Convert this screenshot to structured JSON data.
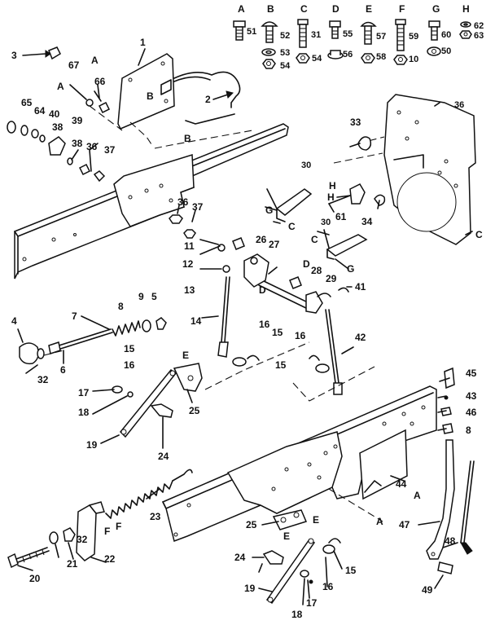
{
  "hardware_legend": [
    {
      "letter": "A",
      "numbers": [
        "51"
      ]
    },
    {
      "letter": "B",
      "numbers": [
        "52",
        "53",
        "54"
      ]
    },
    {
      "letter": "C",
      "numbers": [
        "31",
        "54"
      ]
    },
    {
      "letter": "D",
      "numbers": [
        "55",
        "56"
      ]
    },
    {
      "letter": "E",
      "numbers": [
        "57",
        "58"
      ]
    },
    {
      "letter": "F",
      "numbers": [
        "59",
        "10"
      ]
    },
    {
      "letter": "G",
      "numbers": [
        "60",
        "50"
      ]
    },
    {
      "letter": "H",
      "numbers": [
        "62",
        "63"
      ]
    }
  ],
  "part_numbers": {
    "p1": "1",
    "p2": "2",
    "p3": "3",
    "p4": "4",
    "p5": "5",
    "p6": "6",
    "p7": "7",
    "p8": "8",
    "p9": "9",
    "p11": "11",
    "p12": "12",
    "p13": "13",
    "p14": "14",
    "p15": "15",
    "p15b": "15",
    "p15c": "15",
    "p15d": "15",
    "p16": "16",
    "p16b": "16",
    "p16c": "16",
    "p16d": "16",
    "p17": "17",
    "p17b": "17",
    "p18": "18",
    "p18b": "18",
    "p19": "19",
    "p19b": "19",
    "p20": "20",
    "p21": "21",
    "p22": "22",
    "p23": "23",
    "p24": "24",
    "p24b": "24",
    "p25": "25",
    "p25b": "25",
    "p26": "26",
    "p27": "27",
    "p28": "28",
    "p29": "29",
    "p30": "30",
    "p30b": "30",
    "p32": "32",
    "p32b": "32",
    "p33": "33",
    "p34": "34",
    "p36": "36",
    "p36b": "36",
    "p36c": "36",
    "p37": "37",
    "p37b": "37",
    "p38": "38",
    "p38b": "38",
    "p39": "39",
    "p40": "40",
    "p41": "41",
    "p42": "42",
    "p43": "43",
    "p44": "44",
    "p45": "45",
    "p46": "46",
    "p8b": "8",
    "p47": "47",
    "p48": "48",
    "p49": "49",
    "p61": "61",
    "p64": "64",
    "p65": "65",
    "p66": "66",
    "p67": "67"
  },
  "reference_letters": {
    "a1": "A",
    "a2": "A",
    "a3": "A",
    "a4": "A",
    "b1": "B",
    "b2": "B",
    "c1": "C",
    "c2": "C",
    "c3": "C",
    "d1": "D",
    "d2": "D",
    "e1": "E",
    "e2": "E",
    "e3": "E",
    "f1": "F",
    "f2": "F",
    "g1": "G",
    "g2": "G",
    "h1": "H",
    "h2": "H"
  },
  "colors": {
    "ink": "#111111",
    "paper": "#ffffff"
  }
}
